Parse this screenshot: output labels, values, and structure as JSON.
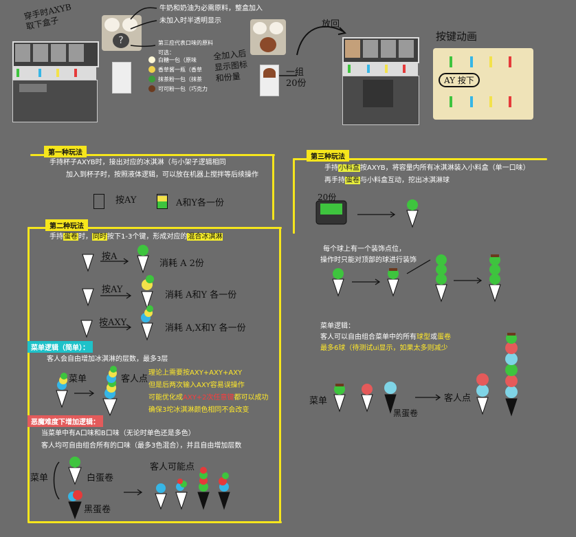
{
  "top": {
    "note_hold": "穿手时AXYB\n取下盒子",
    "note_milk": "牛奶和奶油为必需原料，整盒加入",
    "note_transparent": "未加入时半透明显示",
    "note_third_title": "第三应代表口味的原料",
    "note_selectable": "可选：",
    "flavors": [
      {
        "label": "白糖一包（原味",
        "color": "#fff8d8"
      },
      {
        "label": "香草酱一瓶（香草",
        "color": "#f0d24c"
      },
      {
        "label": "抹茶粉一包（抹茶",
        "color": "#3c9b3a"
      },
      {
        "label": "可可粉一包（巧克力",
        "color": "#6b3a1e"
      }
    ],
    "note_added": "全加入后\n显示图标\n和份量",
    "note_group": "一组\n20份",
    "note_putback": "放回",
    "note_button_anim": "按键动画",
    "button_press_label": "AY 按下"
  },
  "mode1": {
    "title": "第一种玩法",
    "line1": "手持杯子AXYB时，接出对应的冰淇淋（与小架子逻辑相同",
    "line2": "加入到杯子时，按照液体逻辑，可以放在机器上搅拌等后续操作",
    "press": "按AY",
    "result": "A和Y各一份"
  },
  "mode2": {
    "title": "第二种玩法",
    "line_pre": "手持",
    "line_hl1": "蛋卷",
    "line_mid": "时，",
    "line_hl2": "同时",
    "line_mid2": "按下1-3个键，形成对应的",
    "line_hl3": "混合冰淇淋",
    "rows": [
      {
        "press": "按A",
        "result": "消耗 A 2份"
      },
      {
        "press": "按AY",
        "result": "消耗 A和Y 各一份"
      },
      {
        "press": "按AXY",
        "result": "消耗 A,X和Y 各一份"
      }
    ],
    "menu_title": "菜单逻辑（简单）：",
    "menu_line": "客人会自由增加冰淇淋的层数，最多3层",
    "menu_word": "菜单",
    "guest_word": "客人点",
    "theory1": "理论上需要按AXY+AXY+AXY",
    "theory2": "但是后两次输入AXY容易误操作",
    "theory3_pre": "可能优化成",
    "theory3_red": "AXY+2次任意键",
    "theory3_post": "都可以成功",
    "theory4": "确保3坨冰淇淋颜色相同不会改变",
    "hard_title": "恶魔难度下增加逻辑：",
    "hard1": "当菜单中有A口味和B口味（无论时单色还是多色）",
    "hard2": "客人均可自由组合所有的口味（最多3色混合），并且自由增加层数",
    "menu_label": "菜单",
    "white_cone": "白蛋卷",
    "black_cone": "黑蛋卷",
    "guest_can_order": "客人可能点"
  },
  "mode3": {
    "title": "第三种玩法",
    "line1_pre": "手持",
    "line1_hl": "小料盒",
    "line1_post": "按AXYB，将容量内所有冰淇淋装入小料盒（单一口味）",
    "line2_pre": "再手持",
    "line2_hl": "蛋卷",
    "line2_post": "与小料盒互动，挖出冰淇淋球",
    "count": "20份",
    "deco1": "每个球上有一个装饰点位，",
    "deco2": "操作时只能对顶部的球进行装饰",
    "menu_title": "菜单逻辑：",
    "menu1_pre": "客人可以自由组合菜单中的所有",
    "menu1_hl1": "球型",
    "menu1_mid": "或",
    "menu1_hl2": "蛋卷",
    "menu2": "最多6球（待测试ui显示，如果太多则减少",
    "menu_label": "菜单",
    "black_cone": "黑蛋卷",
    "guest": "客人点"
  },
  "colors": {
    "background": "#6c6c6c",
    "accent_yellow": "#f6e61c",
    "green": "#3ec43e",
    "blue": "#36b6e6",
    "red": "#e53a3a",
    "yellow": "#f3e24a"
  }
}
